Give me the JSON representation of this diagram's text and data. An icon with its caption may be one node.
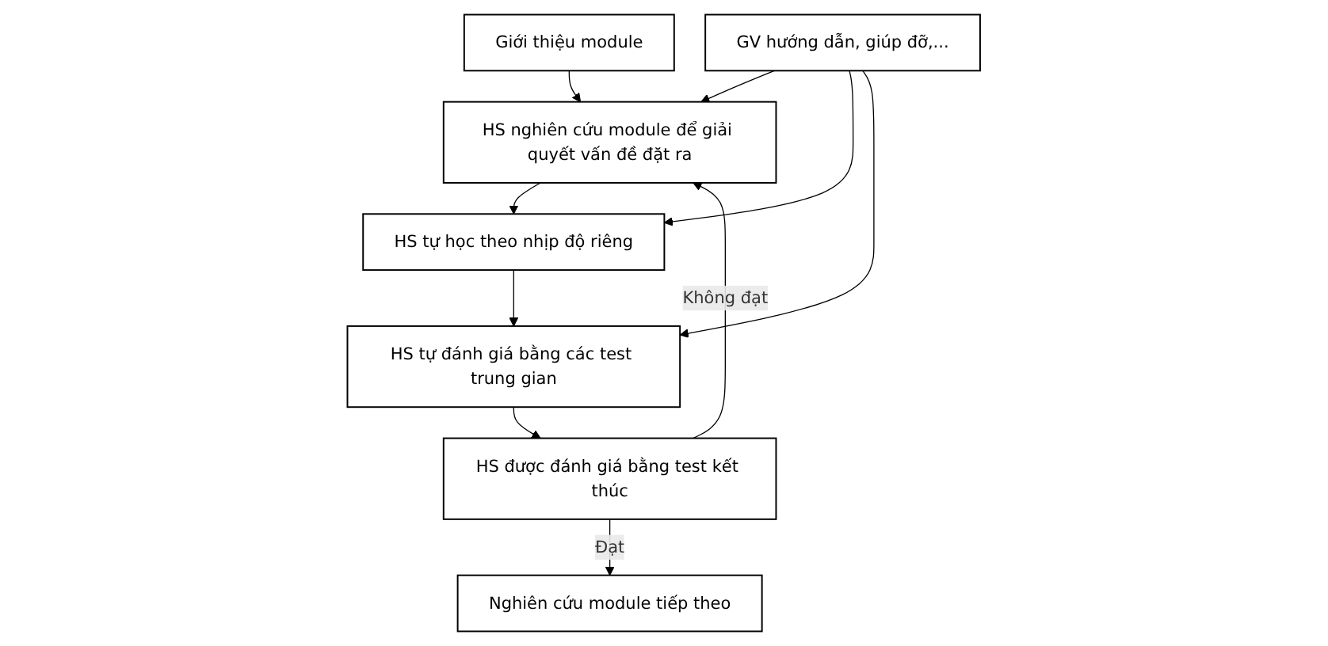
{
  "diagram": {
    "nodes": [
      {
        "text": [
          "Giới thiệu module"
        ]
      },
      {
        "text": [
          "HS nghiên cứu module để giải quyết vấn đề đặt ra"
        ]
      },
      {
        "text": [
          "HS tự học theo nhịp độ riêng"
        ]
      },
      {
        "text": [
          "HS tự đánh giá bằng các test trung gian"
        ]
      },
      {
        "text": [
          "HS được đánh giá bằng test kết thúc"
        ]
      },
      {
        "text": [
          "GV hướng dẫn, giúp đỡ,..."
        ]
      },
      {
        "text": [
          "Nghiên cứu module tiếp theo"
        ]
      }
    ],
    "edges": [
      {
        "from": 0,
        "to": 1,
        "arrow": "to"
      },
      {
        "from": 1,
        "to": 2,
        "arrow": "to"
      },
      {
        "from": 2,
        "to": 3,
        "arrow": "to"
      },
      {
        "from": 3,
        "to": 4,
        "arrow": "to"
      },
      {
        "from": 4,
        "to": 1,
        "arrow": "to",
        "label": "Không đạt"
      },
      {
        "from": 4,
        "to": 6,
        "arrow": "to",
        "label": "Đạt"
      },
      {
        "from": 5,
        "to": 1,
        "arrow": "to"
      },
      {
        "from": 5,
        "to": 2,
        "arrow": "to"
      },
      {
        "from": 5,
        "to": 3,
        "arrow": "to"
      }
    ]
  }
}
